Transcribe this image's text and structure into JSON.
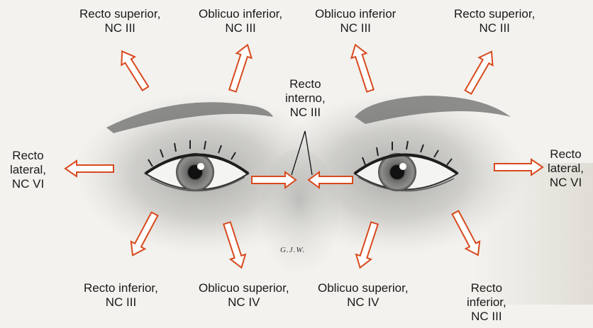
{
  "colors": {
    "arrow_outline": "#d84a1e",
    "arrow_fill": "#ffffff",
    "skin_shadow": "#8a8a88",
    "iris": "#7a7a78"
  },
  "labels": {
    "recto_superior_right": [
      "Recto superior,",
      "NC III"
    ],
    "oblicuo_inferior_left": [
      "Oblicuo inferior,",
      "NC III"
    ],
    "oblicuo_inferior_right": [
      "Oblicuo inferior",
      "NC III"
    ],
    "recto_superior_left": [
      "Recto superior,",
      "NC III"
    ],
    "recto_interno": [
      "Recto",
      "interno,",
      "NC III"
    ],
    "recto_lateral_right": [
      "Recto",
      "lateral,",
      "NC VI"
    ],
    "recto_lateral_left": [
      "Recto",
      "lateral,",
      "NC VI"
    ],
    "recto_inferior_right": [
      "Recto inferior,",
      "NC III"
    ],
    "oblicuo_superior_right": [
      "Oblicuo superior,",
      "NC IV"
    ],
    "oblicuo_superior_left": [
      "Oblicuo superior,",
      "NC IV"
    ],
    "recto_inferior_left": [
      "Recto",
      "inferior,",
      "NC III"
    ]
  },
  "signature": "G.J.W."
}
